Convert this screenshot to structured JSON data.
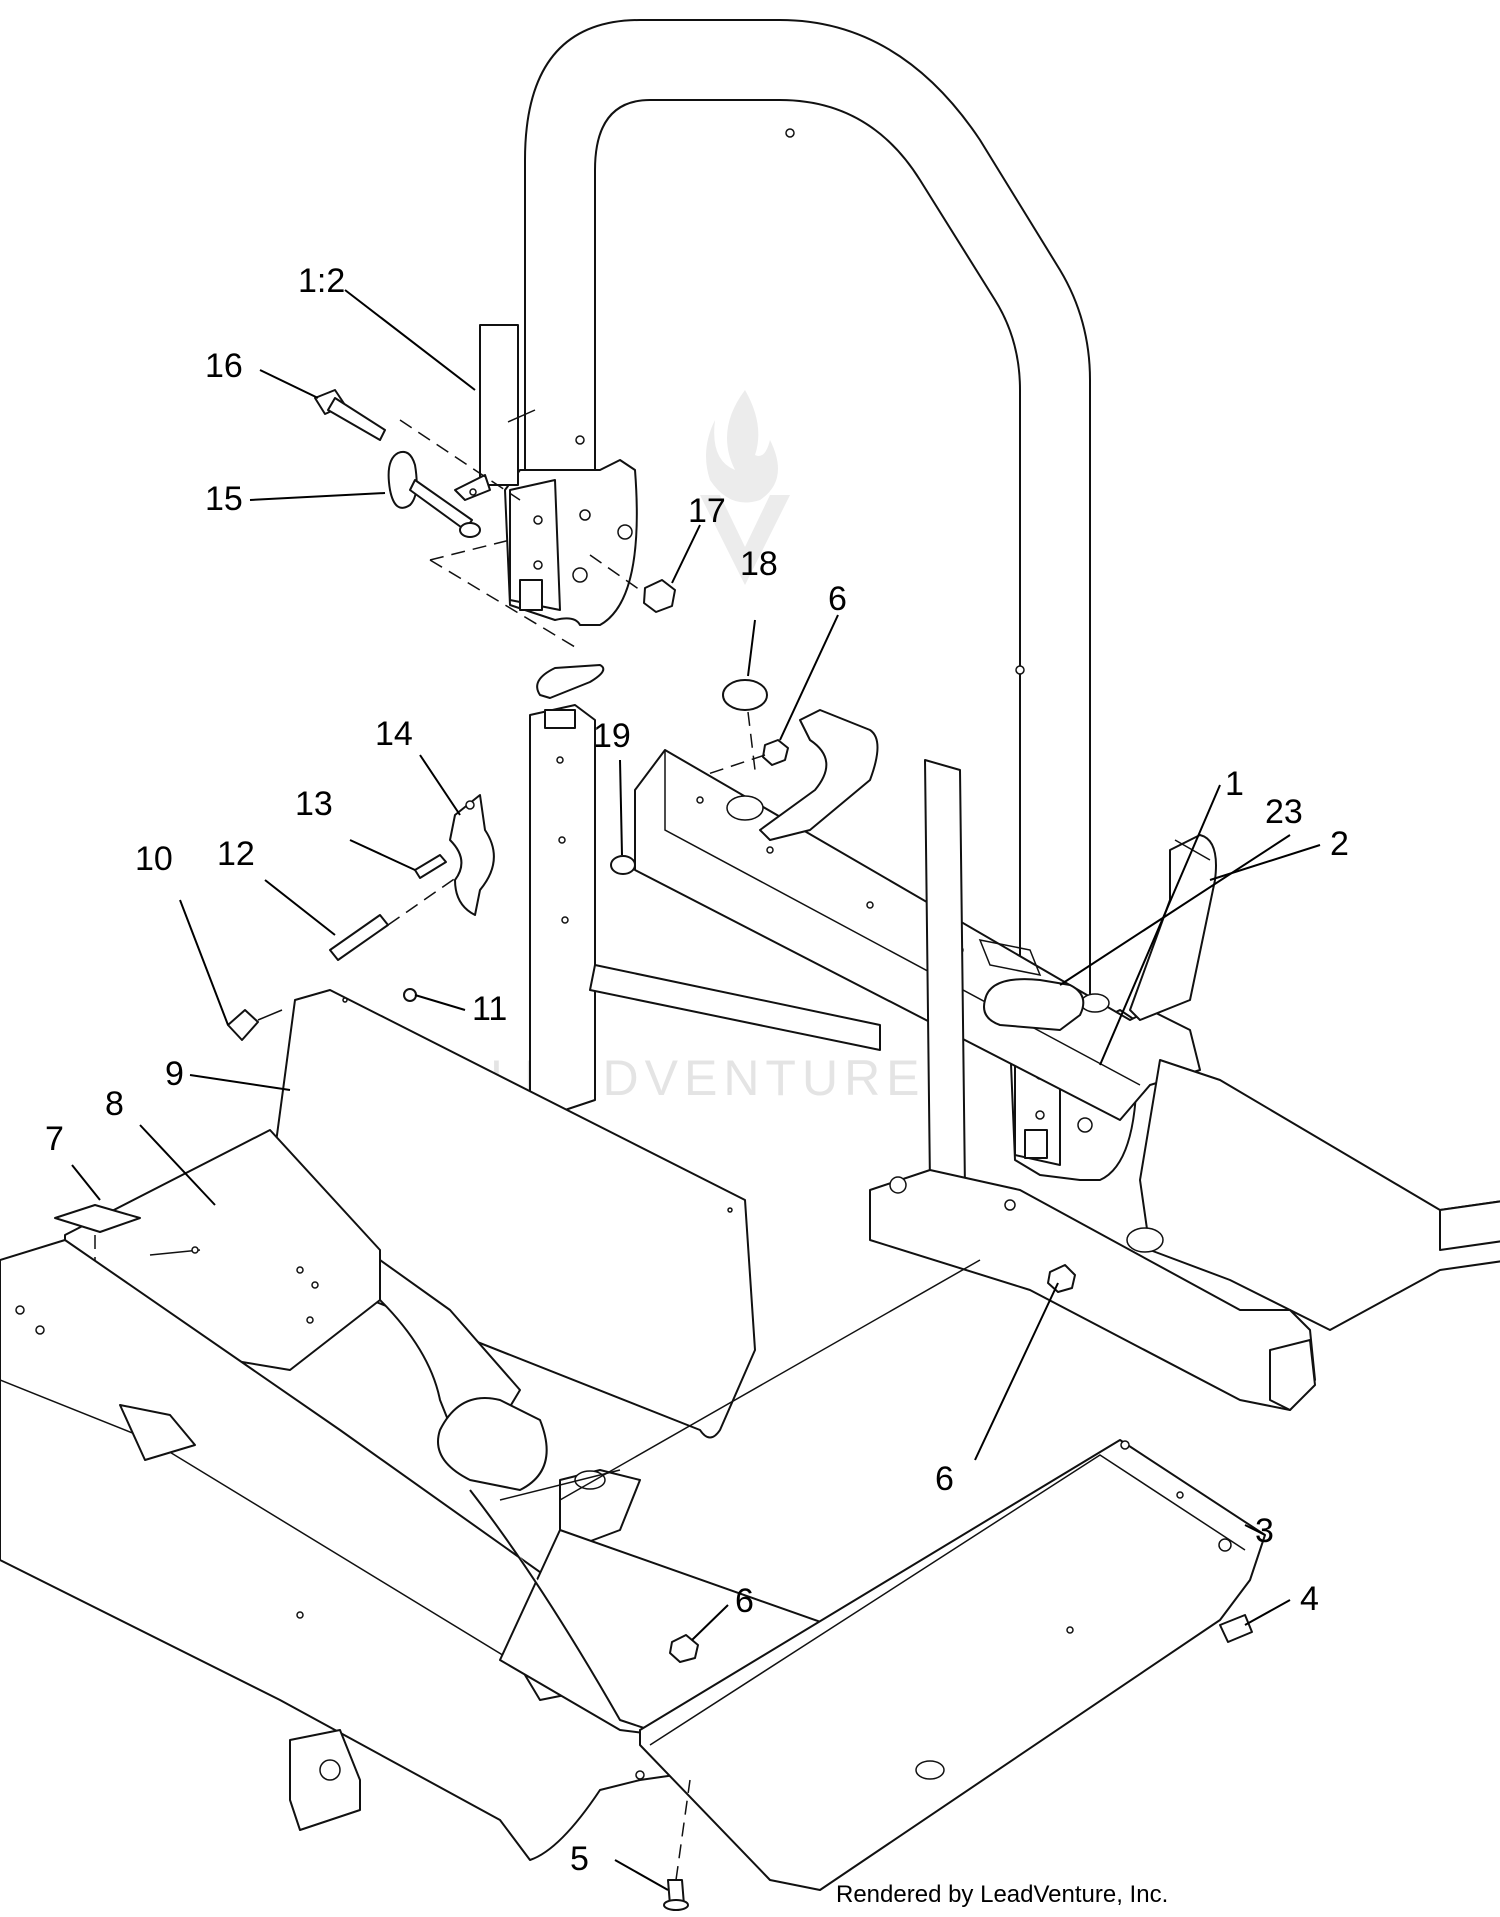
{
  "diagram": {
    "watermark": "LEADVENTURE",
    "credit": "Rendered by LeadVenture, Inc.",
    "callouts": [
      "1:2",
      "16",
      "15",
      "17",
      "18",
      "6",
      "19",
      "14",
      "13",
      "12",
      "10",
      "11",
      "9",
      "8",
      "7",
      "1",
      "23",
      "2",
      "6",
      "3",
      "4",
      "6",
      "5"
    ]
  }
}
